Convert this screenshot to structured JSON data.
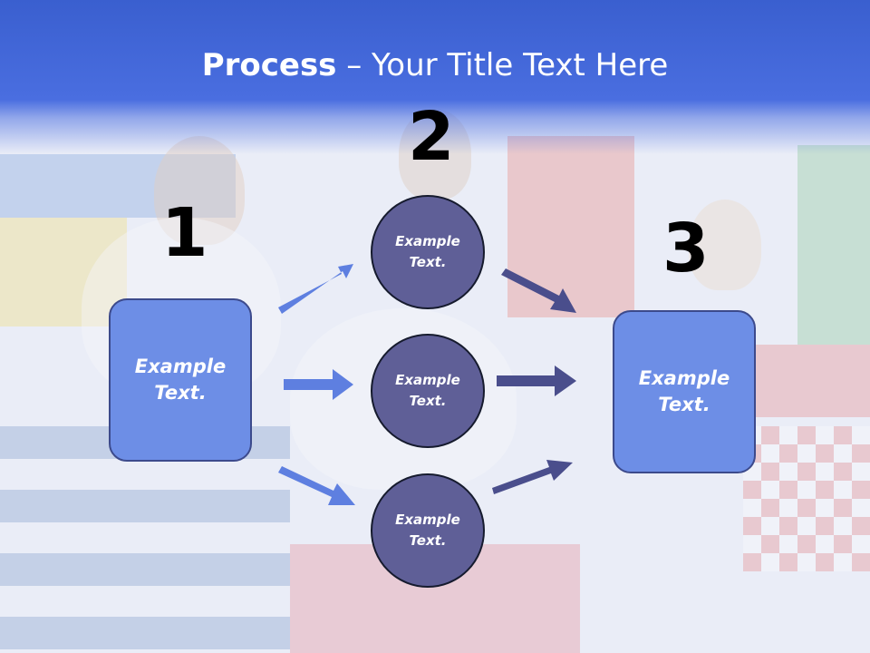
{
  "title": {
    "bold": "Process",
    "rest": " – Your Title Text Here"
  },
  "steps": [
    "1",
    "2",
    "3"
  ],
  "left_box": {
    "text": "Example\nText."
  },
  "right_box": {
    "text": "Example\nText."
  },
  "circles": [
    {
      "text": "Example\nText."
    },
    {
      "text": "Example\nText."
    },
    {
      "text": "Example\nText."
    }
  ],
  "colors": {
    "header": "#4a6ee0",
    "box_fill": "#6d8ee6",
    "circle_fill": "#5f5f97",
    "left_arrows": "#5e7fe0",
    "right_arrows": "#4a4e8c"
  }
}
